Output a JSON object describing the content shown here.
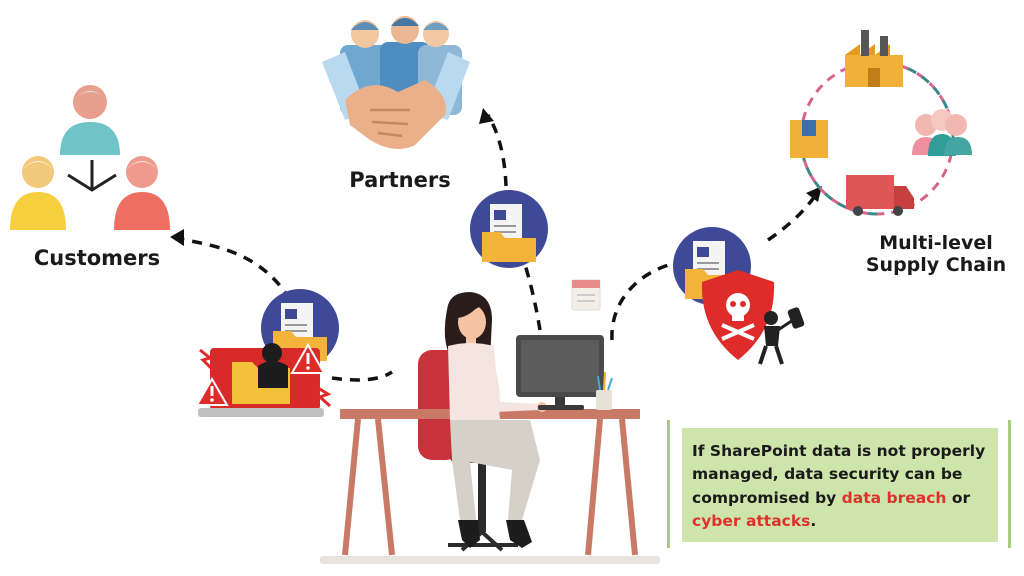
{
  "labels": {
    "partners": "Partners",
    "customers": "Customers",
    "supply_chain_line1": "Multi-level",
    "supply_chain_line2": "Supply Chain"
  },
  "callout": {
    "text_before": "If SharePoint data is not properly managed, data security can be compromised by ",
    "highlight_1": "data breach",
    "text_middle": " or ",
    "highlight_2": "cyber attacks",
    "text_after": "."
  },
  "colors": {
    "highlight": "#e0322c",
    "callout_bg": "#cde4ab",
    "callout_bar": "#a9cd7d",
    "circle_fill": "#3e4a96",
    "folder": "#f4b43a"
  },
  "icons": [
    "team-icon",
    "handshake-icon",
    "document-folder-icon",
    "hacker-laptop-icon",
    "warning-icon",
    "shield-skull-icon",
    "factory-icon",
    "package-icon",
    "truck-icon",
    "people-icon",
    "calendar-icon",
    "desk-icon",
    "monitor-icon",
    "woman-icon",
    "chair-icon"
  ]
}
